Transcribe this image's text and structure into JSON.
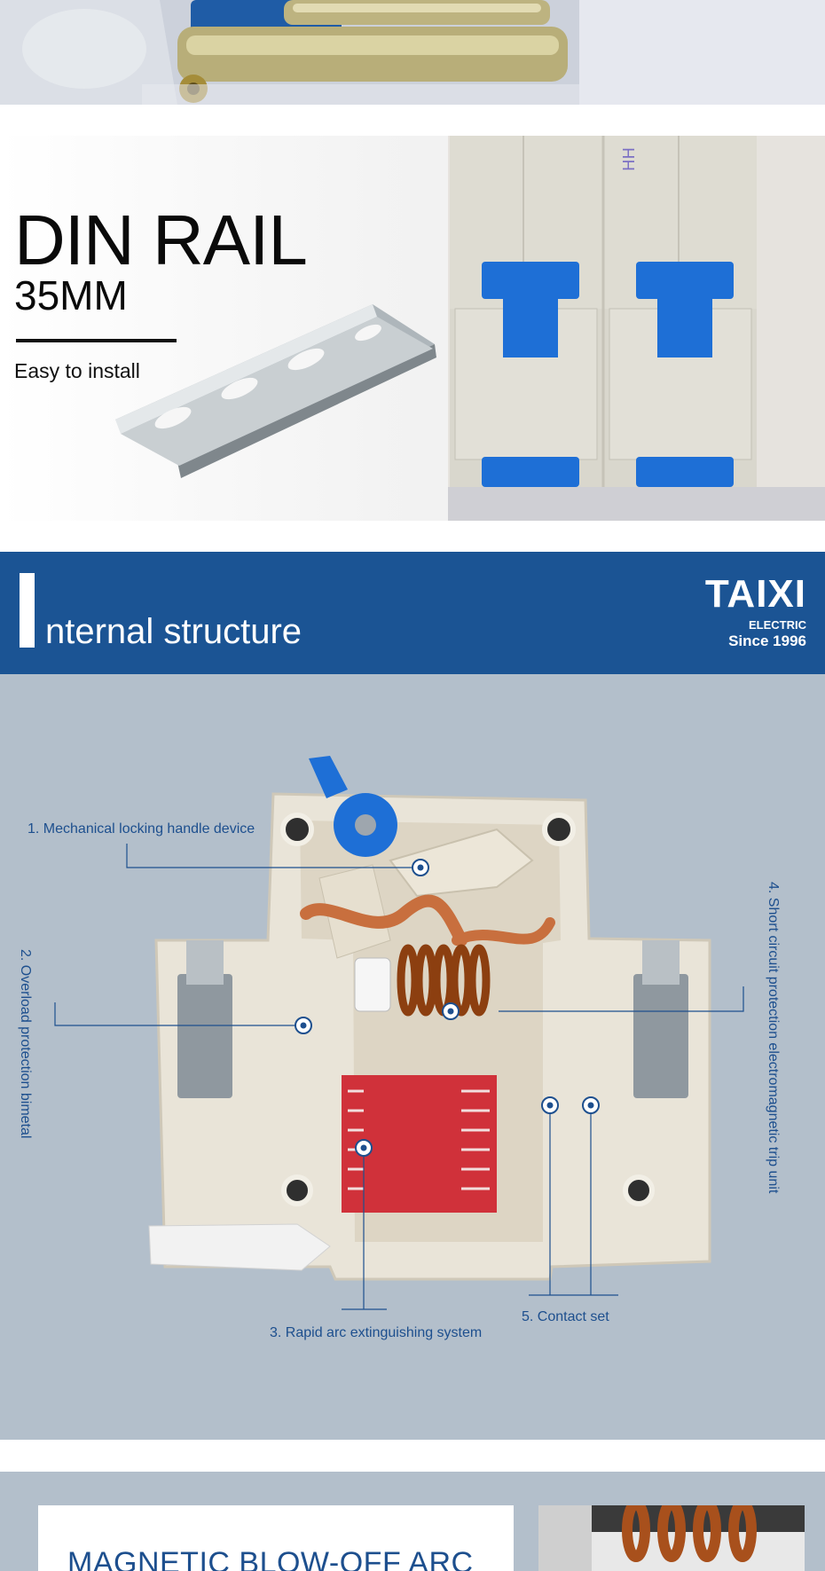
{
  "din_rail": {
    "title": "DIN RAIL",
    "size": "35MM",
    "note": "Easy to install"
  },
  "internal_header": {
    "title_initial": "I",
    "title_rest": "nternal structure",
    "brand_name": "TAIXI",
    "brand_sub": "ELECTRIC",
    "brand_since": "Since 1996"
  },
  "structure": {
    "callouts": [
      {
        "label": "1. Mechanical locking handle device"
      },
      {
        "label": "2. Overload protection bimetal"
      },
      {
        "label": "3. Rapid arc extinguishing system"
      },
      {
        "label": "4. Short circuit protection electromagnetic trip unit"
      },
      {
        "label": "5. Contact set"
      }
    ]
  },
  "bottom": {
    "card_title": "MAGNETIC BLOW-OFF ARC"
  },
  "colors": {
    "brand_blue": "#1b5494",
    "label_blue": "#1d4f8e",
    "panel_gray": "#b3bfcb",
    "handle_blue": "#1e6fd6",
    "arc_red": "#d0313a"
  }
}
